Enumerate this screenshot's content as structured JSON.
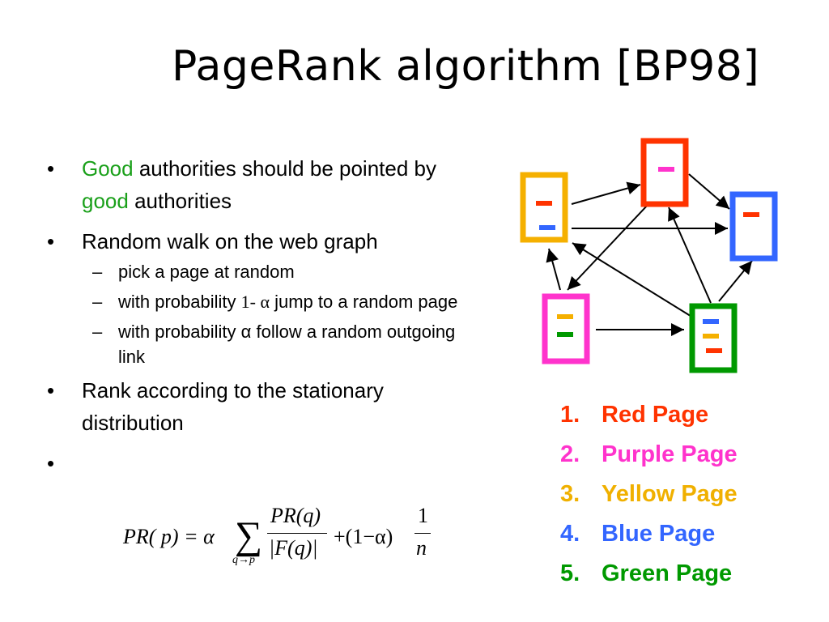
{
  "title": "PageRank algorithm [BP98]",
  "bullets": [
    {
      "good_word": "Good",
      "text": " authorities should be pointed by ",
      "good_word2": "good",
      "text2": " authorities"
    },
    {
      "text": "Random walk on the web graph"
    },
    {
      "text": "Rank according to the stationary distribution"
    }
  ],
  "sub_bullets": [
    {
      "text": "pick a page at random"
    },
    {
      "text_before": "with probability ",
      "math": "1- α",
      "text_after": " jump to a random page"
    },
    {
      "text_before": "with probability ",
      "math": "α",
      "text_after": " follow a random outgoing link"
    }
  ],
  "bullet_glyph": "•",
  "dash_glyph": "–",
  "formula": {
    "lhs": "PR( p) = α",
    "sigma": "∑",
    "sum_index": "q→p",
    "numerator": "PR(q)",
    "denominator": "|F(q)|",
    "middle": "+(1−α)",
    "one": "1",
    "n": "n"
  },
  "ranking": [
    {
      "num": "1.",
      "label": "Red Page",
      "color": "#ff3300"
    },
    {
      "num": "2.",
      "label": "Purple Page",
      "color": "#ff33cc"
    },
    {
      "num": "3.",
      "label": "Yellow Page",
      "color": "#f0b000"
    },
    {
      "num": "4.",
      "label": "Blue Page",
      "color": "#3366ff"
    },
    {
      "num": "5.",
      "label": "Green Page",
      "color": "#009900"
    }
  ],
  "colors": {
    "red": "#ff3300",
    "purple": "#ff33cc",
    "yellow": "#f5b000",
    "blue": "#3366ff",
    "green": "#009900",
    "good_text": "#1aa01a"
  }
}
